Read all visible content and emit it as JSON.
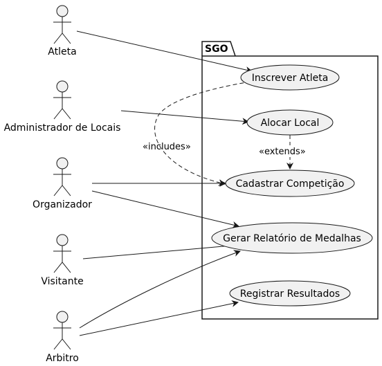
{
  "diagram": {
    "type": "uml-use-case",
    "system": {
      "name": "SGO"
    },
    "actors": [
      {
        "id": "atleta",
        "label": "Atleta"
      },
      {
        "id": "admin",
        "label": "Administrador de Locais"
      },
      {
        "id": "organizador",
        "label": "Organizador"
      },
      {
        "id": "visitante",
        "label": "Visitante"
      },
      {
        "id": "arbitro",
        "label": "Arbitro"
      }
    ],
    "use_cases": [
      {
        "id": "inscrever",
        "label": "Inscrever Atleta"
      },
      {
        "id": "alocar",
        "label": "Alocar Local"
      },
      {
        "id": "cadastrar",
        "label": "Cadastrar Competição"
      },
      {
        "id": "relatorio",
        "label": "Gerar Relatório de Medalhas"
      },
      {
        "id": "registrar",
        "label": "Registrar Resultados"
      }
    ],
    "associations": [
      {
        "from": "atleta",
        "to": "inscrever"
      },
      {
        "from": "admin",
        "to": "alocar"
      },
      {
        "from": "organizador",
        "to": "cadastrar"
      },
      {
        "from": "organizador",
        "to": "relatorio"
      },
      {
        "from": "visitante",
        "to": "relatorio"
      },
      {
        "from": "arbitro",
        "to": "relatorio"
      },
      {
        "from": "arbitro",
        "to": "registrar"
      }
    ],
    "dependencies": [
      {
        "from": "inscrever",
        "to": "cadastrar",
        "label": "«includes»"
      },
      {
        "from": "alocar",
        "to": "cadastrar",
        "label": "«extends»"
      }
    ],
    "colors": {
      "line": "#181818",
      "actor_fill": "#f1f1f1",
      "usecase_fill": "#f1f1f1",
      "background": "#ffffff"
    }
  }
}
